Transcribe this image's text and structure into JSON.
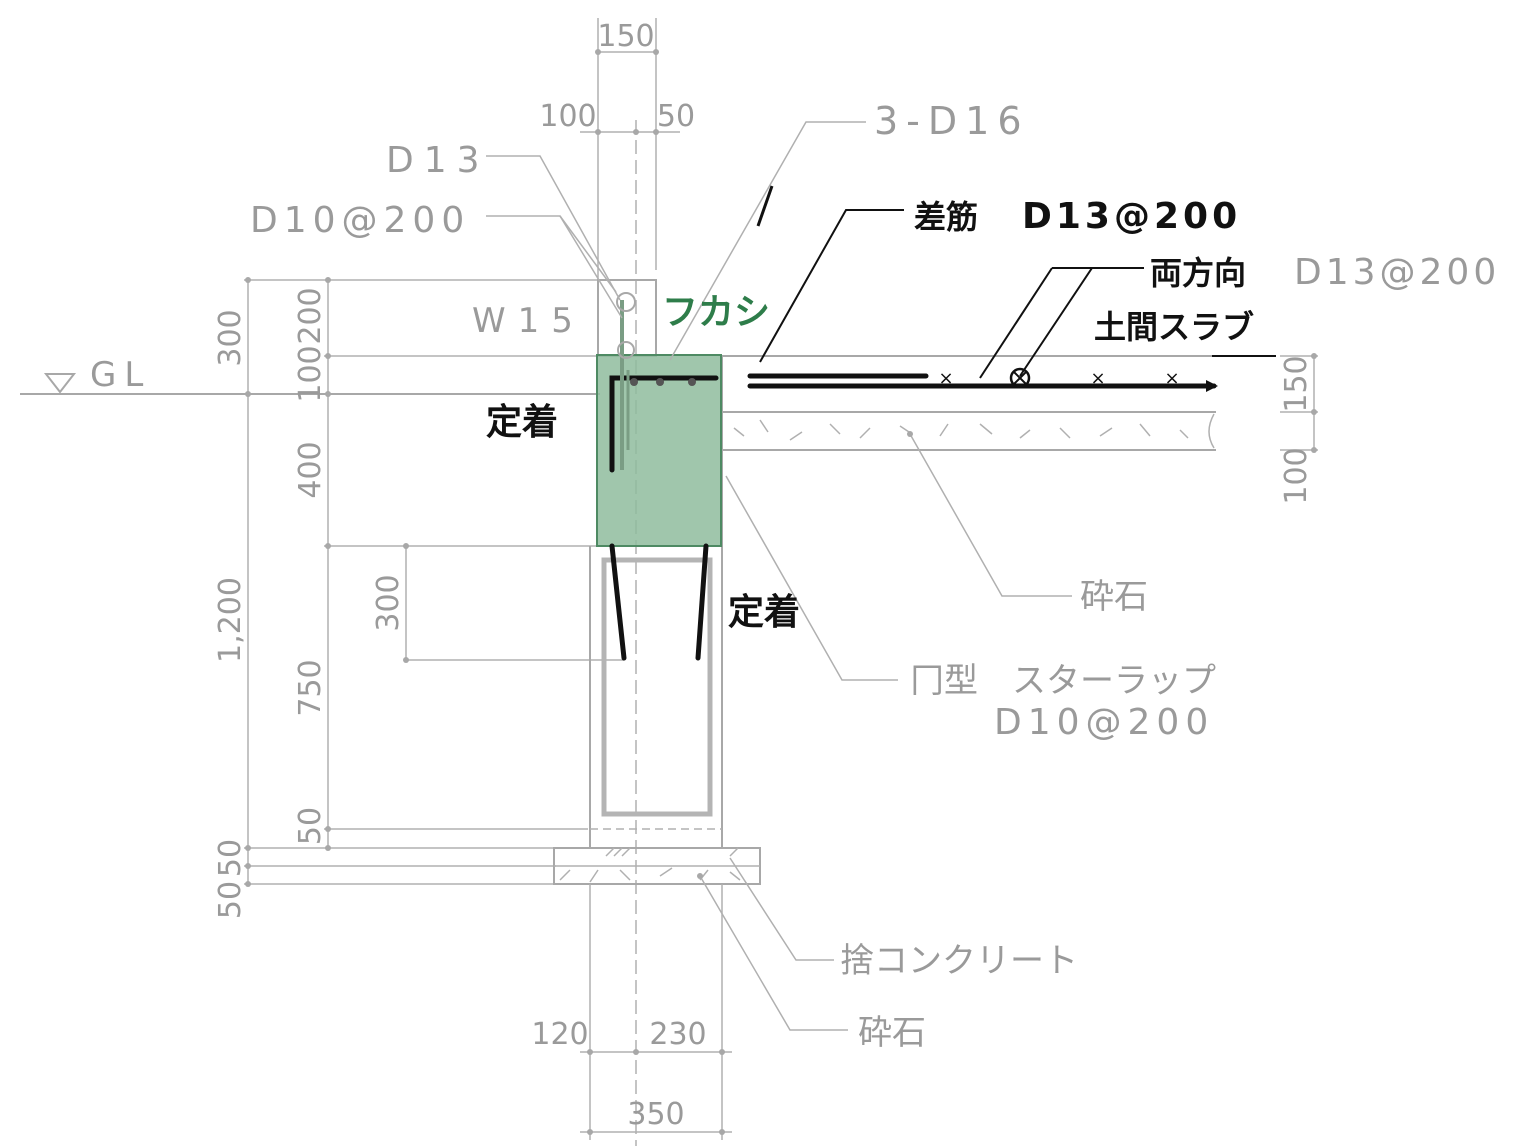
{
  "diagram": {
    "top_dims": {
      "total": "150",
      "left": "100",
      "right": "50"
    },
    "bottom_dims": {
      "left": "120",
      "right": "230",
      "total": "350"
    },
    "left_dims": {
      "outer_300": "300",
      "outer_1200": "1,200",
      "outer_50": "50",
      "inner_200": "200",
      "inner_100": "100",
      "inner_400": "400",
      "inner_750": "750",
      "inner_50a": "50",
      "inner_50b": "50",
      "anchor_300": "300"
    },
    "right_dims": {
      "slab": "150",
      "gravel": "100"
    },
    "gl_label": "GL",
    "labels": {
      "rebar_3d16": "3-D16",
      "d13": "D13",
      "d10_200": "D10@200",
      "w15": "W15",
      "sashikin": "差筋",
      "sashikin_spec": "D13@200",
      "both_dir": "両方向",
      "both_dir_spec": "D13@200",
      "slab": "土間スラブ",
      "fukashi": "フカシ",
      "anchor_left": "定着",
      "anchor_right": "定着",
      "gravel_slab": "砕石",
      "stirrup": "冂型　スターラップ",
      "stirrup_spec": "D10@200",
      "lean_concrete": "捨コンクリート",
      "gravel_footing": "砕石"
    }
  },
  "colors": {
    "fukashi_fill": "#8fbc9e",
    "fukashi_stroke": "#4e8a63",
    "fukashi_text": "#2e7d4a",
    "drawing_gray": "#a8a8a8",
    "annotation_dark": "#111111"
  }
}
